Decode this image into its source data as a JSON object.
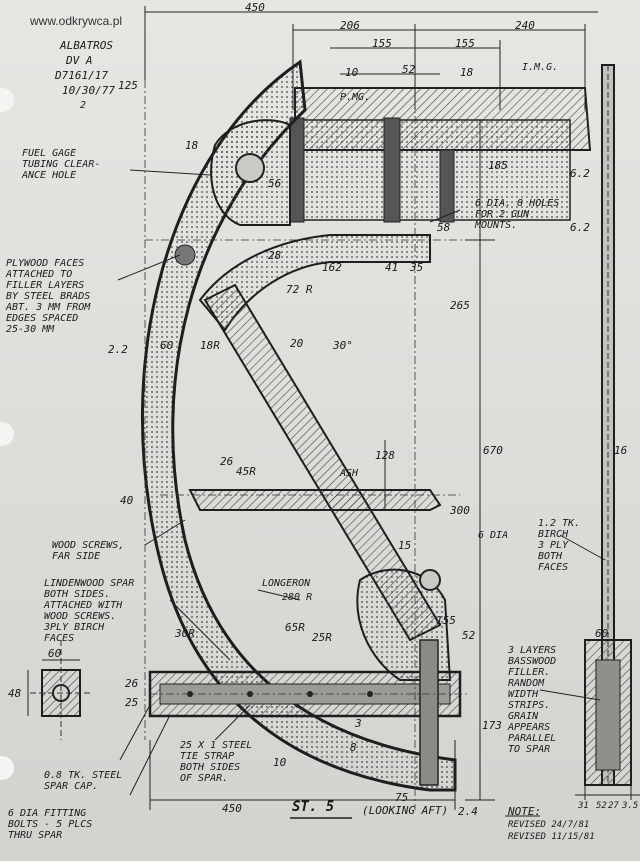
{
  "watermark": "www.odkrywca.pl",
  "header": {
    "aircraft": "ALBATROS",
    "model": "DV a",
    "drawing_no": "D7161/17",
    "date": "10/30/77",
    "rev": "2"
  },
  "top_dims": {
    "overall_width": "450",
    "d206": "206",
    "d240": "240",
    "d155a": "155",
    "d155b": "155",
    "d52": "52",
    "d10": "10",
    "d18": "18",
    "d125": "125",
    "d185": "185",
    "d62": "6.2",
    "img": "I.M.G.",
    "pmg": "P.MG."
  },
  "notes": {
    "fuel": "FUEL GAGE\nTUBING CLEAR-\nANCE HOLE",
    "gun": "6 DIA. 8 HOLES\nFOR 2 GUN\nMOUNTS.",
    "plywood": "PLYWOOD FACES\nATTACHED TO\nFILLER LAYERS\nBY STEEL BRADS\nABT. 3 MM FROM\nEDGES SPACED\n25-30 MM",
    "wood_screws": "WOOD SCREWS,\nFAR SIDE",
    "linden": "LINDENWOOD SPAR\nBOTH SIDES.\nATTACHED WITH\nWOOD SCREWS.\n3PLY BIRCH\nFACES",
    "longeron": "LONGERON",
    "longeron_r": "280 R",
    "birch": "1.2 TK.\nBIRCH\n3 PLY\nBOTH\nFACES",
    "basswood": "3 LAYERS\nBASSWOOD\nFILLER.\nRANDOM\nWIDTH\nSTRIPS.\nGRAIN\nAPPEARS\nPARALLEL\nTO SPAR",
    "spar_cap": "0.8 TK. STEEL\nSPAR CAP.",
    "fitting": "6 DIA FITTING\nBOLTS - 5 PLCS\nTHRU SPAR",
    "tie_strap": "25 X 1 STEEL\nTIE STRAP\nBOTH SIDES\nOF SPAR.",
    "ash": "ASH",
    "six_dia": "6 DIA"
  },
  "dims": {
    "d18": "18",
    "d56": "56",
    "d162": "162",
    "d72r": "72 R",
    "d28": "28",
    "d41": "41",
    "d35": "35",
    "d58": "58",
    "d265": "265",
    "d18r": "18R",
    "d60": "60",
    "d22": "2.2",
    "d30deg": "30°",
    "d20": "20",
    "d670": "670",
    "d45r": "45R",
    "d26": "26",
    "d128": "128",
    "d300": "300",
    "d40": "40",
    "d15": "15",
    "d25r": "25R",
    "d65r": "65R",
    "d30r": "30R",
    "d173": "173",
    "d75": "75",
    "d26b": "26",
    "d60b": "60",
    "d48": "48",
    "d25": "25",
    "d10": "10",
    "d155": "155",
    "d52": "52",
    "d450b": "450",
    "d62b": "6.2",
    "d16": "16",
    "d60c": "60",
    "d3": "3",
    "d8": "8",
    "d24": "2.4",
    "d31": "31",
    "d52b": "52",
    "d27": "27",
    "d35b": "3.5"
  },
  "footer": {
    "station": "ST. 5",
    "view": "(LOOKING AFT)",
    "note_title": "NOTE:",
    "rev1": "REVISED 24/7/81",
    "rev2": "REVISED 11/15/81"
  }
}
